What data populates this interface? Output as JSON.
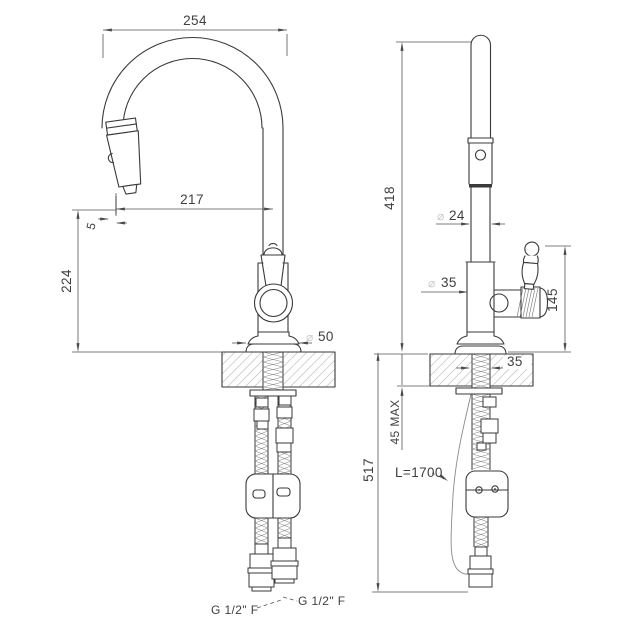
{
  "drawing": {
    "front_view": {
      "dim_arch_width": "254",
      "dim_spout_reach": "217",
      "dim_tip_offset": "5",
      "dim_spout_height": "224",
      "dim_base_diameter_prefix": "⌀",
      "dim_base_diameter": "50",
      "label_connection_left": "G 1/2\" F",
      "label_connection_right": "G 1/2\" F"
    },
    "side_view": {
      "dim_total_height": "418",
      "dim_spout_diameter_prefix": "⌀",
      "dim_spout_diameter": "24",
      "dim_body_diameter_prefix": "⌀",
      "dim_body_diameter": "35",
      "dim_handle_height": "145",
      "dim_hole_diameter": "35",
      "dim_max_counter_thickness": "45 MAX",
      "dim_below_counter": "517",
      "label_hose_length": "L=1700"
    },
    "colors": {
      "line": "#3a3a3a",
      "dimension_line": "#555555",
      "hatch": "#c8c8c8",
      "text": "#3f3f3f",
      "background": "#ffffff"
    }
  }
}
